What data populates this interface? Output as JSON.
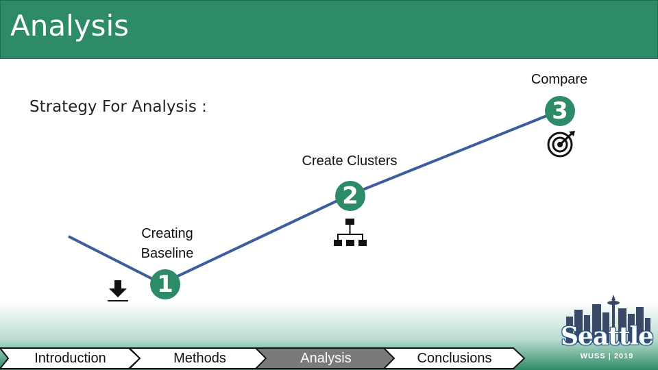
{
  "header": {
    "title": "Analysis"
  },
  "subtitle": "Strategy For Analysis :",
  "steps": [
    {
      "number": "1",
      "label_line1": "Creating",
      "label_line2": "Baseline",
      "icon": "download-icon"
    },
    {
      "number": "2",
      "label": "Create Clusters",
      "icon": "hierarchy-icon"
    },
    {
      "number": "3",
      "label": "Compare",
      "icon": "target-icon"
    }
  ],
  "nav": {
    "items": [
      {
        "label": "Introduction",
        "active": false
      },
      {
        "label": "Methods",
        "active": false
      },
      {
        "label": "Analysis",
        "active": true
      },
      {
        "label": "Conclusions",
        "active": false
      }
    ]
  },
  "logo": {
    "word": "Seattle",
    "sub": "WUSS | 2019"
  },
  "colors": {
    "accent": "#2e8b67",
    "line": "#3b5f9e",
    "nav_active": "#7a7a7a"
  }
}
